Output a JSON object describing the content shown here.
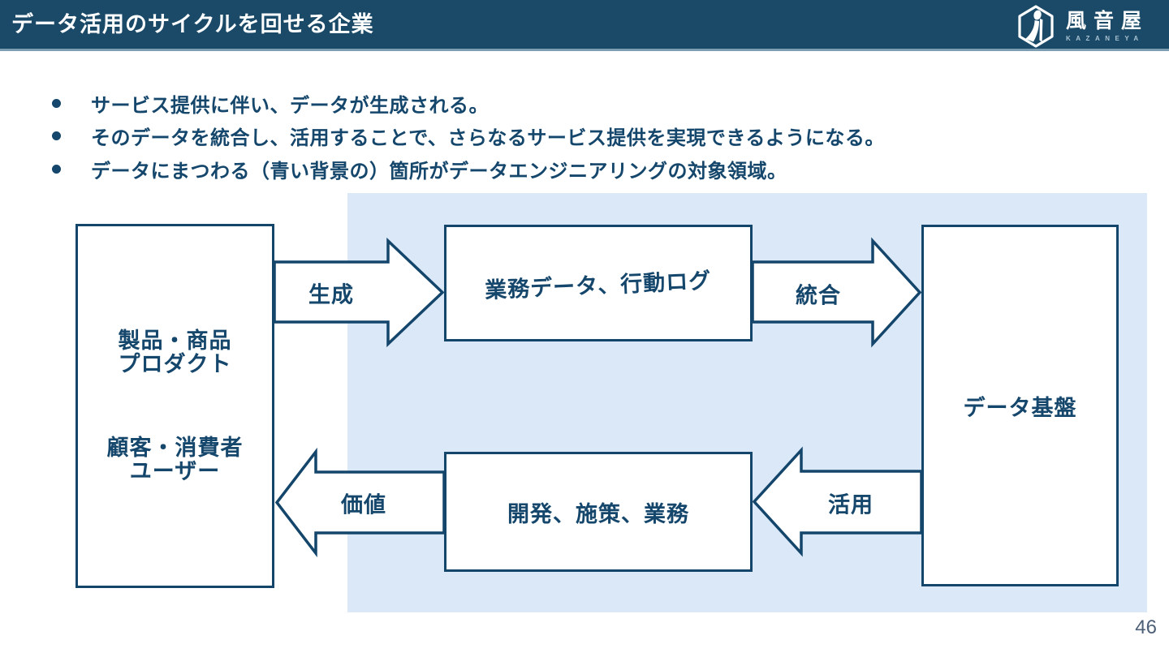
{
  "header": {
    "title": "データ活用のサイクルを回せる企業",
    "logo": {
      "name": "風音屋",
      "romaji": "KAZANEYA"
    }
  },
  "bullets": [
    "サービス提供に伴い、データが生成される。",
    "そのデータを統合し、活用することで、さらなるサービス提供を実現できるようになる。",
    "データにまつわる（青い背景の）箇所がデータエンジニアリングの対象領域。"
  ],
  "diagram": {
    "boxes": {
      "provider": {
        "line1": "製品・商品",
        "line2": "プロダクト",
        "line3": "顧客・消費者",
        "line4": "ユーザー"
      },
      "data_sources": "業務データ、行動ログ",
      "platform": "データ基盤",
      "applications": "開発、施策、業務"
    },
    "arrows": {
      "generate": "生成",
      "integrate": "統合",
      "utilize": "活用",
      "value": "価値"
    },
    "colors": {
      "highlight_bg": "#DBE8F8",
      "navy_line": "#14456B",
      "header_bg": "#1B4A68"
    }
  },
  "footer": {
    "page_number": "46"
  }
}
